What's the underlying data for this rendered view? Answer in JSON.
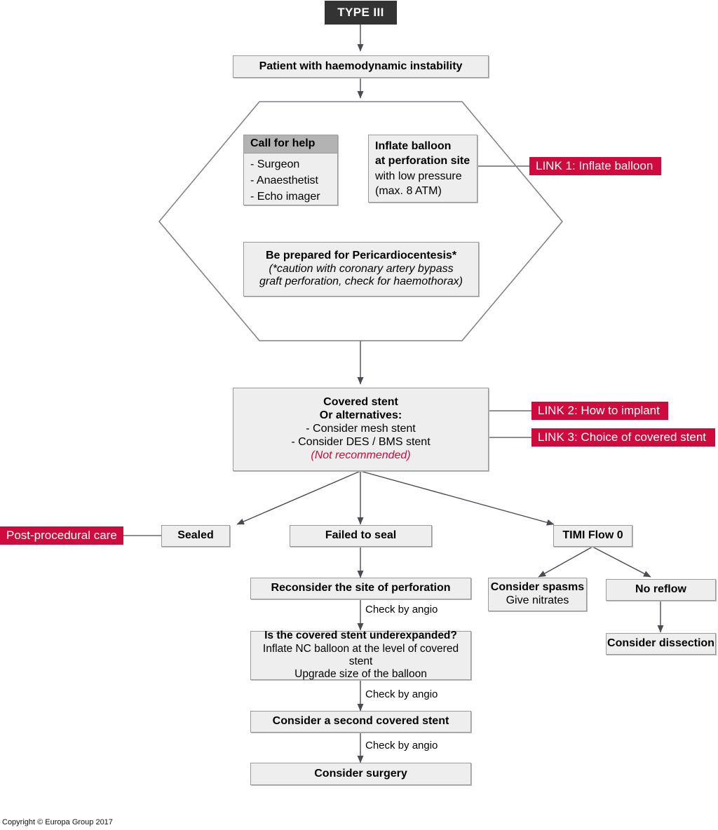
{
  "diagram": {
    "title": "TYPE III",
    "copyright": "Copyright © Europa Group 2017",
    "colors": {
      "link_red": "#cf0a3c",
      "header_dark": "#333333",
      "box_fill": "#eeeeee",
      "box_border": "#9a9a9a",
      "call_header_fill": "#b3b3b3"
    }
  },
  "nodes": {
    "type3": {
      "label": "TYPE III"
    },
    "patient": {
      "label": "Patient with haemodynamic instability"
    },
    "call_for_help": {
      "header": "Call for help",
      "items": [
        "- Surgeon",
        "- Anaesthetist",
        "- Echo imager"
      ]
    },
    "inflate_balloon": {
      "line1": "Inflate balloon",
      "line2": "at perforation site",
      "line3": "with low pressure",
      "line4": "(max. 8 ATM)"
    },
    "pericardiocentesis": {
      "line1": "Be prepared for Pericardiocentesis*",
      "line2": "(*caution with coronary artery bypass",
      "line3": "graft perforation, check for haemothorax)"
    },
    "covered_stent": {
      "line1": "Covered stent",
      "line2": "Or alternatives:",
      "line3": "- Consider mesh stent",
      "line4": "- Consider DES / BMS stent",
      "line5": "(Not recommended)"
    },
    "sealed": {
      "label": "Sealed"
    },
    "failed_to_seal": {
      "label": "Failed to seal"
    },
    "timi_flow_0": {
      "label": "TIMI Flow 0"
    },
    "post_procedural_care": {
      "label": "Post-procedural care"
    },
    "reconsider_site": {
      "label": "Reconsider the site of perforation"
    },
    "underexpanded": {
      "line1": "Is the covered stent underexpanded?",
      "line2": "Inflate NC balloon at the level of covered stent",
      "line3": "Upgrade size of the balloon"
    },
    "second_covered_stent": {
      "label": "Consider a second covered stent"
    },
    "consider_surgery": {
      "label": "Consider surgery"
    },
    "consider_spasms": {
      "line1": "Consider spasms",
      "line2": "Give nitrates"
    },
    "no_reflow": {
      "label": "No reflow"
    },
    "consider_dissection": {
      "label": "Consider dissection"
    }
  },
  "links": {
    "link1": {
      "label": "LINK 1: Inflate balloon"
    },
    "link2": {
      "label": "LINK 2: How to implant"
    },
    "link3": {
      "label": "LINK 3: Choice of covered stent"
    }
  },
  "edge_labels": {
    "check_by_angio_1": "Check by angio",
    "check_by_angio_2": "Check by angio",
    "check_by_angio_3": "Check by angio"
  }
}
